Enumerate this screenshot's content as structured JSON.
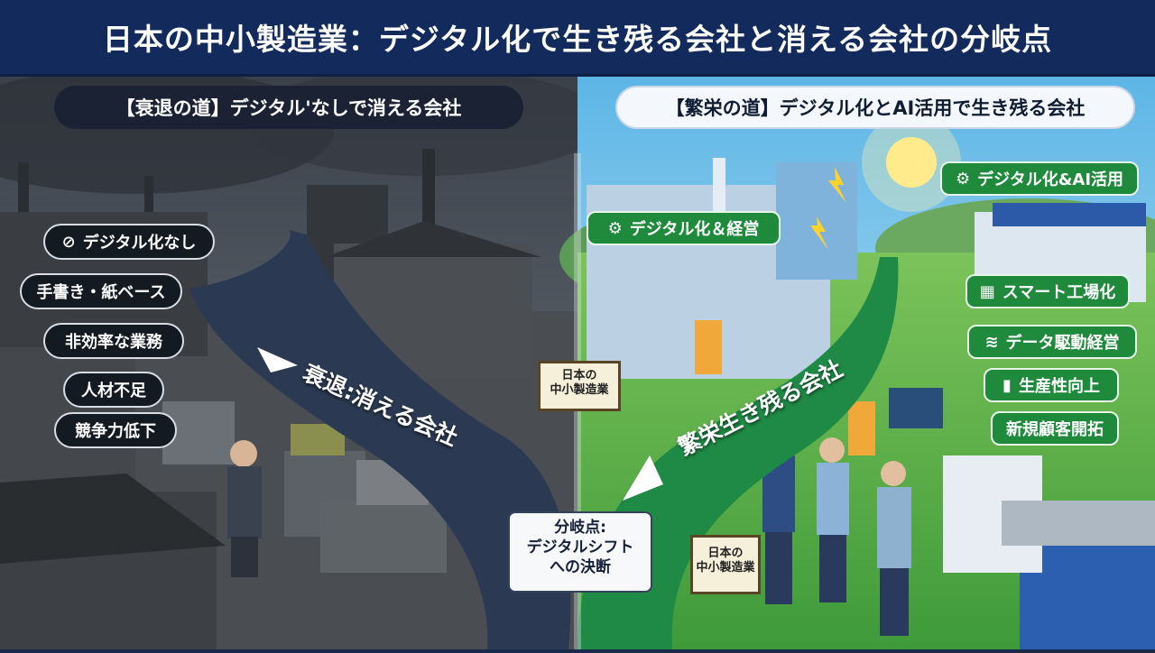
{
  "title": "日本の中小製造業：デジタル化で生き残る会社と消える会社の分岐点",
  "left": {
    "header": "【衰退の道】デジタル'なしで消える会社",
    "tags": [
      "デジタル化なし",
      "手書き・紙ベース",
      "非効率な業務",
      "人材不足",
      "競争力低下"
    ],
    "road_label": "衰退:消える会社",
    "sign": [
      "日本の",
      "中小製造業"
    ]
  },
  "right": {
    "header": "【繁栄の道】デジタル化とAI活用で生き残る会社",
    "tags": [
      "デジタル化&AI活用",
      "デジタル化＆経営",
      "スマート工場化",
      "データ駆動経営",
      "生産性向上",
      "新規顧客開拓"
    ],
    "road_label": "繁栄生き残る会社",
    "sign": [
      "日本の",
      "中小製造業"
    ]
  },
  "center": {
    "lines": [
      "分岐点:",
      "デジタルシフト",
      "への決断"
    ]
  },
  "colors": {
    "title_bg": "#132a5c",
    "decline_pill": "#141a22",
    "growth_pill": "#1f8a3c",
    "growth_road": "#1f8a46",
    "decline_road": "#2b3a52"
  },
  "icons": {
    "no_digital": "prohibited-icon",
    "ai": "brain-icon",
    "gears": "gears-icon",
    "factory": "factory-icon",
    "database": "database-icon",
    "chart": "bar-chart-icon"
  }
}
